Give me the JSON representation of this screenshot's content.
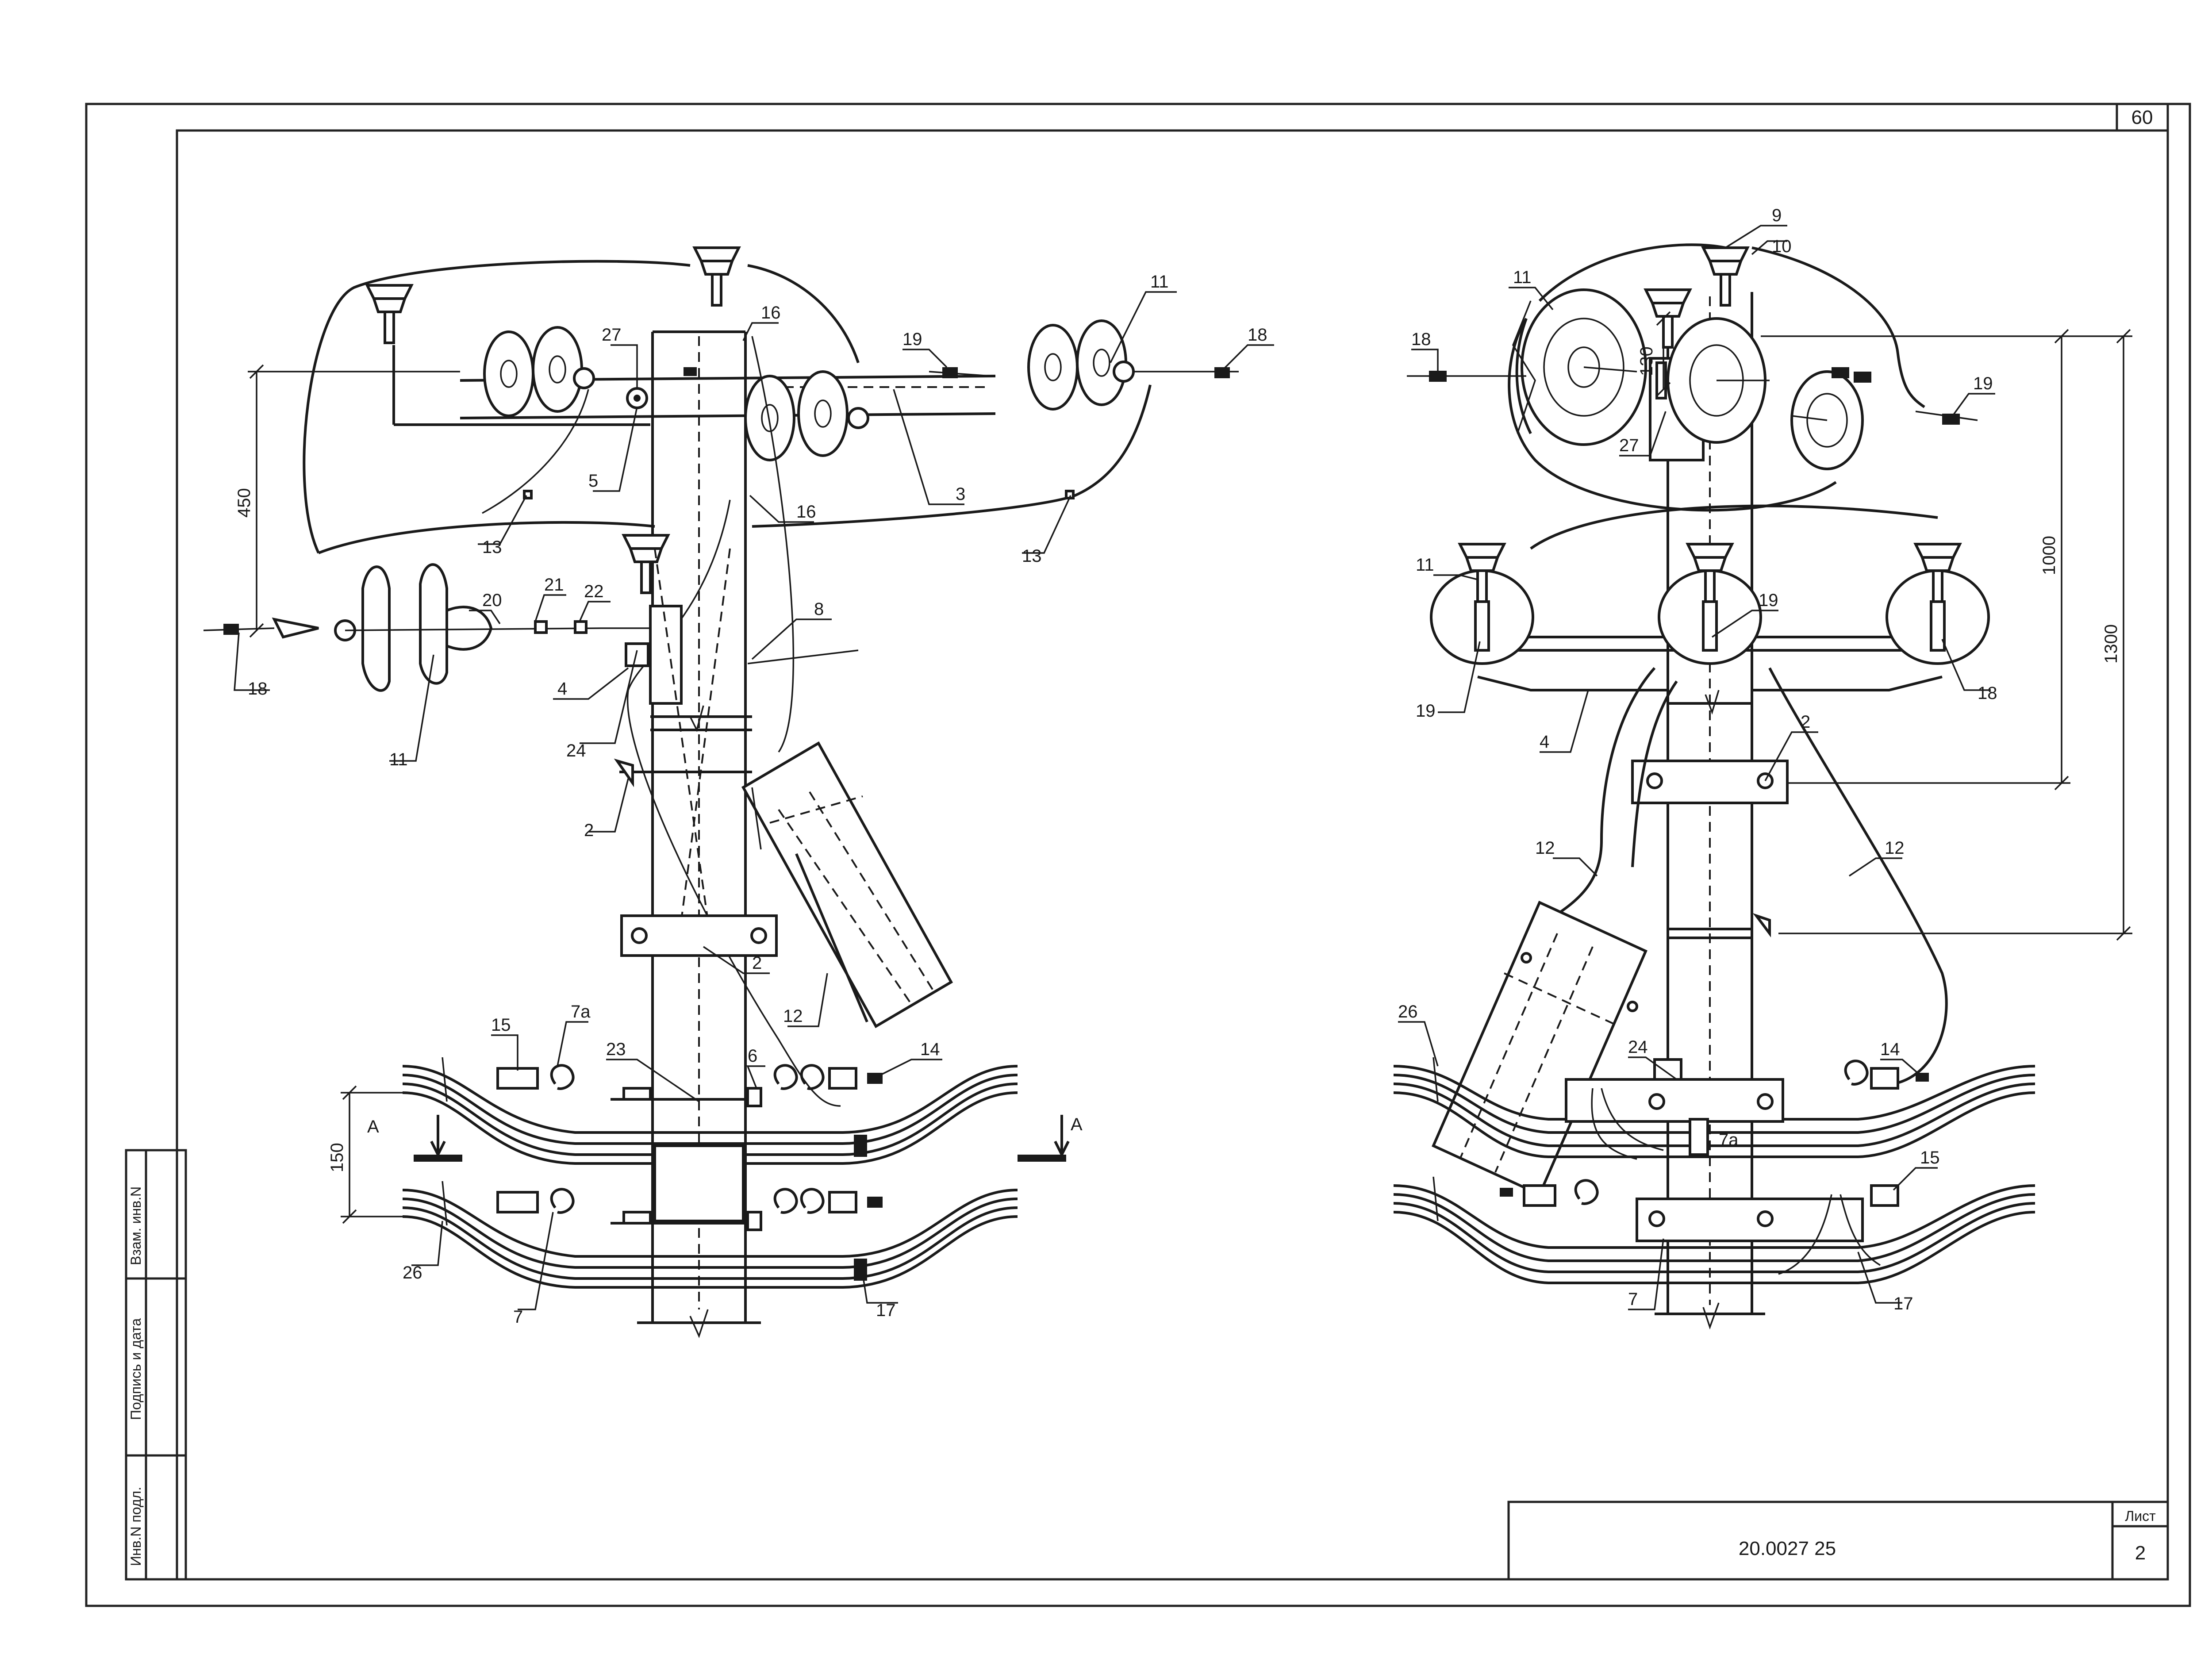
{
  "page_number": "60",
  "document_code": "20.0027 25",
  "sheet_label": "Лист",
  "sheet_number": "2",
  "side_stamp": [
    "Взам. инв.N",
    "Подпись и дата",
    "Инв.N подл."
  ],
  "section_marker": "А",
  "dimensions": {
    "d450": "450",
    "d150": "150",
    "d130": "130",
    "d1000": "1000",
    "d1300": "1300"
  },
  "left_view": {
    "labels": {
      "l11a": "11",
      "l18a": "18",
      "l27": "27",
      "l19": "19",
      "l16a": "16",
      "l16b": "16",
      "l5": "5",
      "l3": "3",
      "l13a": "13",
      "l13b": "13",
      "l20": "20",
      "l21": "21",
      "l22": "22",
      "l8": "8",
      "l4": "4",
      "l24": "24",
      "l18b": "18",
      "l11b": "11",
      "l2a": "2",
      "l2b": "2",
      "l12": "12",
      "l15": "15",
      "l7a": "7а",
      "l23": "23",
      "l6": "6",
      "l14": "14",
      "l26": "26",
      "l7": "7",
      "l17": "17"
    }
  },
  "right_view": {
    "labels": {
      "r9": "9",
      "r10": "10",
      "r11a": "11",
      "r18a": "18",
      "r19a": "19",
      "r27": "27",
      "r11b": "11",
      "r19b": "19",
      "r19c": "19",
      "r18b": "18",
      "r4": "4",
      "r2": "2",
      "r12a": "12",
      "r12b": "12",
      "r26": "26",
      "r24": "24",
      "r14": "14",
      "r7a": "7а",
      "r15": "15",
      "r7": "7",
      "r17": "17"
    }
  }
}
